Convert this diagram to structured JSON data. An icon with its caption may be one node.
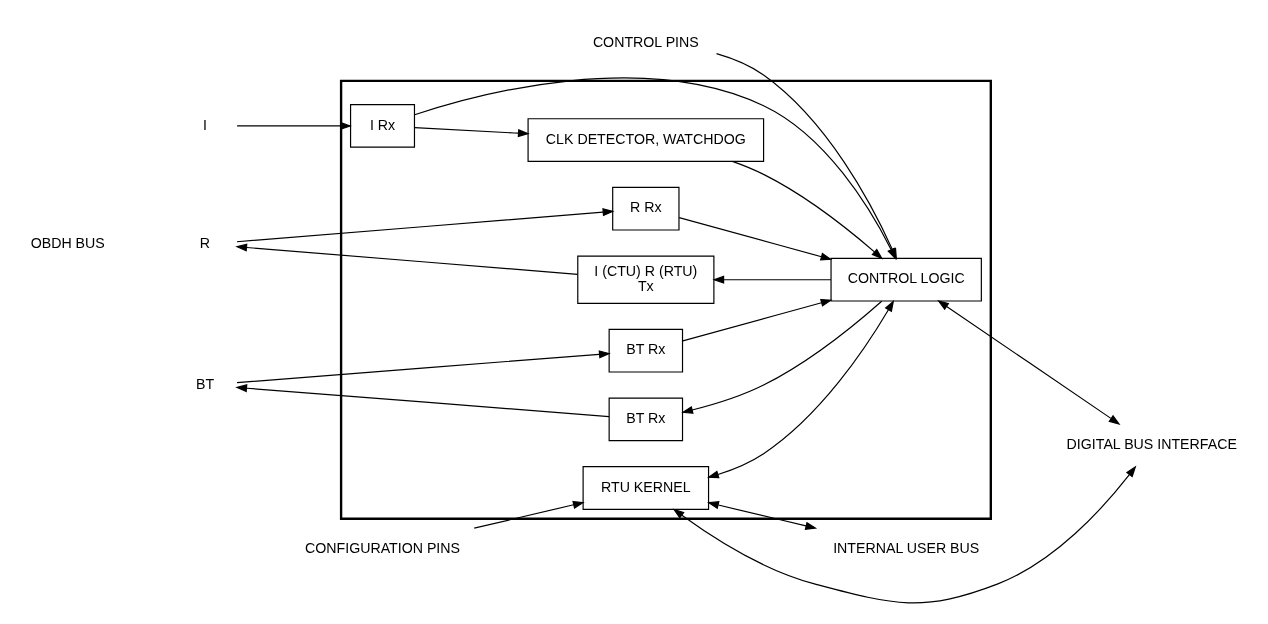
{
  "diagram": {
    "nodes": [
      {
        "text": [],
        "shape": "box"
      },
      {
        "text": [
          "I"
        ]
      },
      {
        "text": [
          "R"
        ]
      },
      {
        "text": [
          "BT"
        ]
      },
      {
        "text": [
          "I Rx"
        ],
        "in": 0
      },
      {
        "text": [
          "R Rx"
        ],
        "in": 0
      },
      {
        "text": [
          "I (CTU) R (RTU)",
          "Tx"
        ],
        "in": 0
      },
      {
        "text": [
          "BT Rx"
        ],
        "in": 0
      },
      {
        "text": [
          "BT Rx"
        ],
        "in": 0
      },
      {
        "text": [
          "CLK DETECTOR, WATCHDOG"
        ],
        "in": 0
      },
      {
        "text": [
          "CONTROL LOGIC"
        ],
        "in": 0
      },
      {
        "text": [
          "RTU KERNEL"
        ],
        "in": 0
      },
      {
        "text": [
          "CONFIGURATION PINS"
        ]
      },
      {
        "text": [
          "CONTROL PINS"
        ]
      },
      {
        "text": [
          "INTERNAL USER BUS"
        ]
      },
      {
        "text": [
          "DIGITAL BUS INTERFACE"
        ]
      }
    ],
    "edges": [
      {
        "from": 1,
        "to": 4,
        "arrow": "to"
      },
      {
        "from": 2,
        "to": 5,
        "arrow": "to"
      },
      {
        "from": 6,
        "to": 2,
        "arrow": "to"
      },
      {
        "from": 3,
        "to": 7,
        "arrow": "to"
      },
      {
        "from": 8,
        "to": 3,
        "arrow": "to"
      },
      {
        "from": 4,
        "to": 9,
        "arrow": "to"
      },
      {
        "from": 4,
        "to": 10,
        "arrow": "to"
      },
      {
        "from": 5,
        "to": 10,
        "arrow": "to"
      },
      {
        "from": 10,
        "to": 6,
        "arrow": "to"
      },
      {
        "from": 7,
        "to": 10,
        "arrow": "to"
      },
      {
        "from": 10,
        "to": 8,
        "arrow": "to"
      },
      {
        "from": 9,
        "to": 10,
        "arrow": "to"
      },
      {
        "from": 12,
        "to": 11,
        "arrow": "to"
      },
      {
        "from": 13,
        "to": 10,
        "arrow": "to"
      },
      {
        "from": 11,
        "to": 14,
        "arrow": "both"
      },
      {
        "from": 10,
        "to": 15,
        "arrow": "both"
      },
      {
        "from": 11,
        "to": 10,
        "arrow": "both"
      },
      {
        "from": 11,
        "to": 15,
        "arrow": "both"
      }
    ],
    "labels": [
      "OBDH BUS"
    ]
  }
}
